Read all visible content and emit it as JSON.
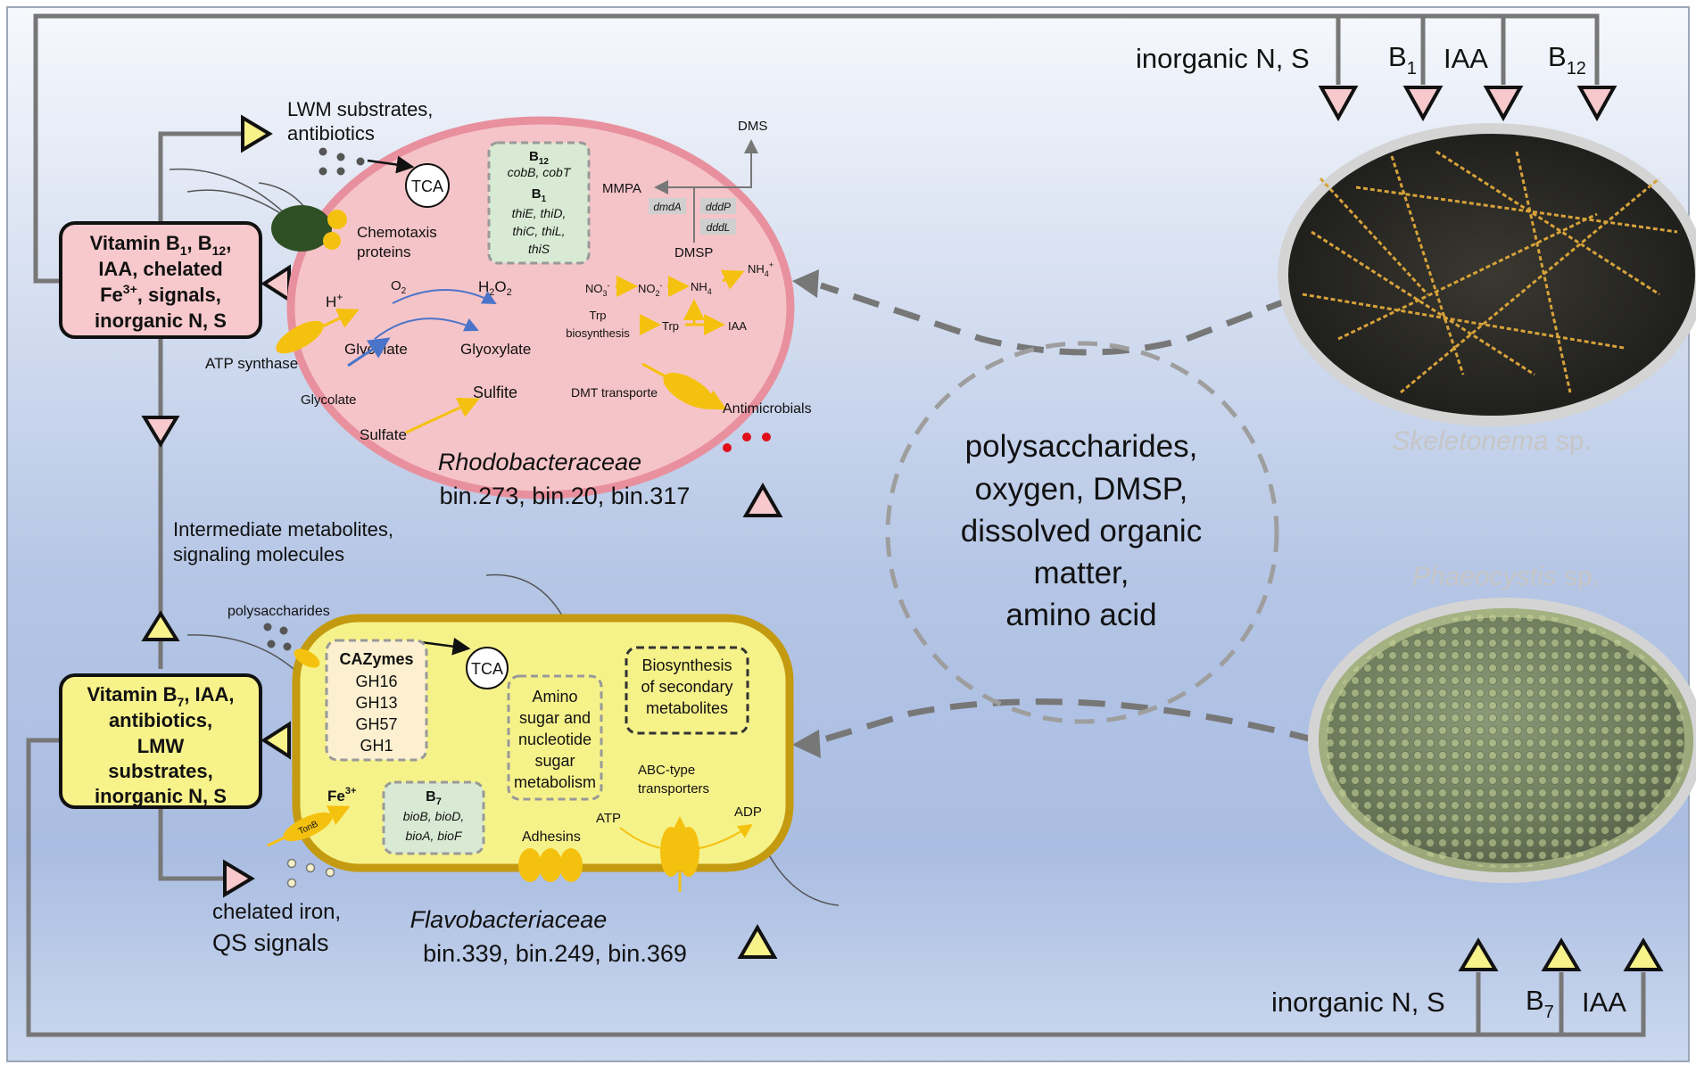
{
  "top_inputs": {
    "inorganic": "inorganic N, S",
    "b1_base": "B",
    "b1_sub": "1",
    "iaa": "IAA",
    "b12_base": "B",
    "b12_sub": "12"
  },
  "bottom_inputs": {
    "inorganic": "inorganic N, S",
    "b7_base": "B",
    "b7_sub": "7",
    "iaa": "IAA"
  },
  "rhodo_box": {
    "l1a": "Vitamin B",
    "l1s1": "1",
    "l1b": ", B",
    "l1s2": "12",
    "l1c": ",",
    "l2": "IAA, chelated",
    "l3a": "Fe",
    "l3sup": "3+",
    "l3b": ", signals,",
    "l4": "inorganic N, S"
  },
  "flavo_box": {
    "l1a": "Vitamin B",
    "l1s": "7",
    "l1b": ", IAA,",
    "l2": "antibiotics,",
    "l3": "LMW",
    "l4": "substrates,",
    "l5": "inorganic N, S"
  },
  "side_labels": {
    "lwm_1": "LWM substrates,",
    "lwm_2": "antibiotics",
    "intermediate_1": "Intermediate metabolites,",
    "intermediate_2": "signaling molecules",
    "chelated_1": "chelated iron,",
    "chelated_2": "QS signals"
  },
  "rhodo": {
    "name": "Rhodobacteraceae",
    "bins": "bin.273, bin.20, bin.317",
    "tca": "TCA",
    "chemotaxis_1": "Chemotaxis",
    "chemotaxis_2": "proteins",
    "h_plus": "H",
    "h_sup": "+",
    "atp_synthase": "ATP synthase",
    "o2": "O",
    "o2_sub": "2",
    "h2o2_a": "H",
    "h2o2_s1": "2",
    "h2o2_b": "O",
    "h2o2_s2": "2",
    "glycolate": "Glycolate",
    "glyoxylate": "Glyoxylate",
    "glycolate_ext": "Glycolate",
    "sulfite": "Sulfite",
    "sulfate": "Sulfate",
    "b12_title_base": "B",
    "b12_title_sub": "12",
    "b12_genes": "cobB,   cobT",
    "b1_title_base": "B",
    "b1_title_sub": "1",
    "b1_genes_1": "thiE,   thiD,",
    "b1_genes_2": "thiC, thiL,",
    "b1_genes_3": "thiS",
    "dms": "DMS",
    "mmpa": "MMPA",
    "dmda": "dmdA",
    "dddp": "dddP",
    "dddl": "dddL",
    "dmsp": "DMSP",
    "no3_a": "NO",
    "no3_s": "3",
    "no3_sup": "-",
    "no2_a": "NO",
    "no2_s": "2",
    "no2_sup": "-",
    "nh4_a": "NH",
    "nh4_s": "4",
    "nh4ext_a": "NH",
    "nh4ext_s": "4",
    "nh4ext_sup": "+",
    "trp_bio_1": "Trp",
    "trp_bio_2": "biosynthesis",
    "trp": "Trp",
    "iaa": "IAA",
    "dmt": "DMT transporte",
    "antimicrobials": "Antimicrobials"
  },
  "flavo": {
    "name": "Flavobacteriaceae",
    "bins": "bin.339, bin.249, bin.369",
    "polysaccharides": "polysaccharides",
    "tca": "TCA",
    "cazymes_title": "CAZymes",
    "cazymes": [
      "GH16",
      "GH13",
      "GH57",
      "GH1"
    ],
    "amino_1": "Amino",
    "amino_2": "sugar and",
    "amino_3": "nucleotide",
    "amino_4": "sugar",
    "amino_5": "metabolism",
    "biosyn_1": "Biosynthesis",
    "biosyn_2": "of secondary",
    "biosyn_3": "metabolites",
    "fe_a": "Fe",
    "fe_sup": "3+",
    "tonb": "TonB",
    "b7_title_base": "B",
    "b7_title_sub": "7",
    "b7_genes_1": "bioB, bioD,",
    "b7_genes_2": "bioA,  bioF",
    "abc_1": "ABC-type",
    "abc_2": "transporters",
    "atp": "ATP",
    "adp": "ADP",
    "adhesins": "Adhesins"
  },
  "diatom_exudates": {
    "l1": "polysaccharides,",
    "l2": "oxygen, DMSP,",
    "l3": "dissolved organic",
    "l4": "matter,",
    "l5": "amino acid"
  },
  "algae": {
    "skeletonema": "Skeletonema",
    "phaeocystis": "Phaeocystis",
    "sp": " sp."
  },
  "colors": {
    "rhodo_fill": "#f5c4c8",
    "rhodo_stroke": "#e8909e",
    "rhodo_text": "#e2506a",
    "flavo_fill": "#f6f28a",
    "flavo_stroke": "#c49a10",
    "flavo_text": "#c8a010",
    "pink_triangle": "#f7c9cc",
    "yellow_triangle": "#f7f28a",
    "arrow_yellow": "#f5c10f",
    "arrow_blue": "#4a74c9",
    "line_gray": "#777777"
  }
}
